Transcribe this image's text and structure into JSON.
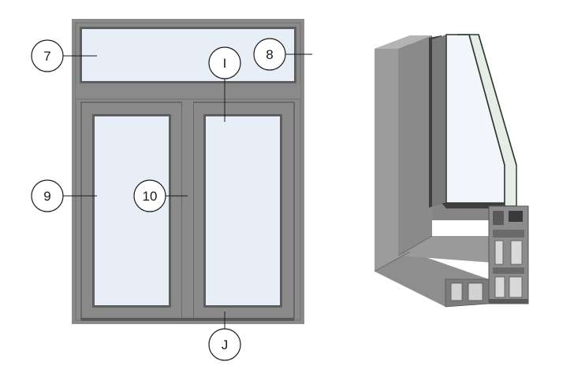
{
  "diagram": {
    "callouts": [
      {
        "id": "c7",
        "label": "7"
      },
      {
        "id": "c8",
        "label": "8"
      },
      {
        "id": "cI",
        "label": "I"
      },
      {
        "id": "c9",
        "label": "9"
      },
      {
        "id": "c10",
        "label": "10"
      },
      {
        "id": "cJ",
        "label": "J"
      }
    ],
    "colors": {
      "frame": "#8a8a8a",
      "frame_dark": "#6e6e6e",
      "glass": "#e8eef8",
      "profile_light": "#9a9a9a",
      "profile_mid": "#7f7f7f",
      "profile_dark": "#5a5a5a",
      "callout_stroke": "#1a1a1a"
    }
  }
}
